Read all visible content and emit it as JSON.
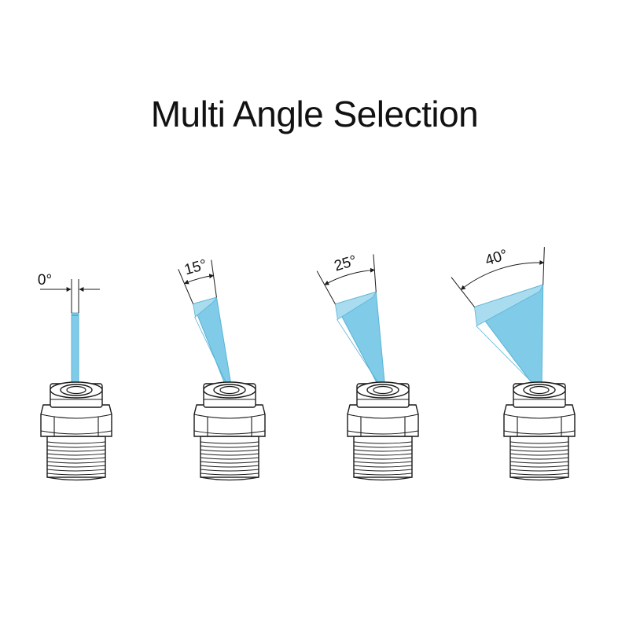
{
  "title": "Multi Angle Selection",
  "colors": {
    "spray": "#7fcbe8",
    "spray_edge": "#5ab3d6",
    "outline": "#1a1a1a",
    "background": "#ffffff"
  },
  "nozzles": [
    {
      "label": "0°",
      "angle_deg": 0
    },
    {
      "label": "15°",
      "angle_deg": 15
    },
    {
      "label": "25°",
      "angle_deg": 25
    },
    {
      "label": "40°",
      "angle_deg": 40
    }
  ]
}
